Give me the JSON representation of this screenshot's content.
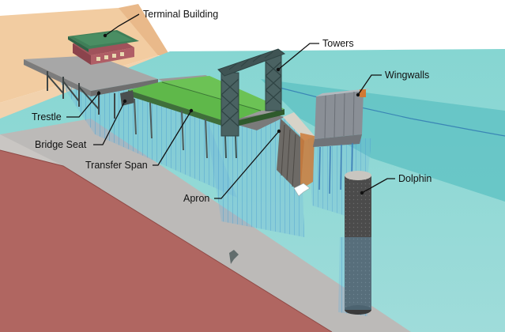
{
  "labels": {
    "terminal_building": "Terminal Building",
    "towers": "Towers",
    "wingwalls": "Wingwalls",
    "trestle": "Trestle",
    "bridge_seat": "Bridge Seat",
    "transfer_span": "Transfer Span",
    "apron": "Apron",
    "dolphin": "Dolphin"
  },
  "colors": {
    "sky": "#ffffff",
    "land_top": "#f3cfa4",
    "land_edge": "#c98f5e",
    "water": "#7fd1cf",
    "water_dark": "#5bb8b9",
    "shore_road": "#b9b6b3",
    "foreground_earth": "#b56a66",
    "deck_green": "#5fb84a",
    "deck_grey": "#9e9e9e",
    "steel": "#3f5454",
    "wingwall": "#8a8f96",
    "wingwall_cap": "#d27a35",
    "dolphin": "#4a4a4a",
    "piles": "#6fb3d8",
    "building_roof": "#3f7f58",
    "building_wall": "#a9535c",
    "leader": "#111111"
  },
  "icons": {
    "bird": "seagull-icon",
    "bird_shadow": "seagull-shadow-icon"
  }
}
